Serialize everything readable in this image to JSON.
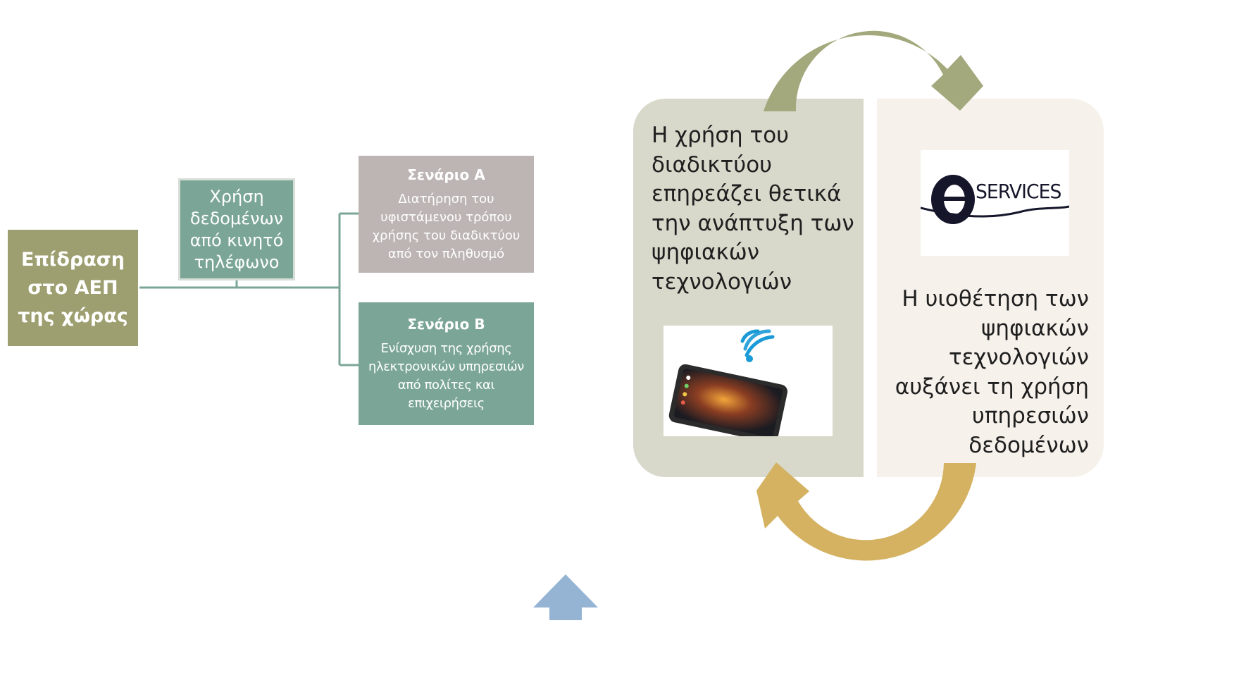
{
  "impact": {
    "label": "Επίδραση στο ΑΕΠ της χώρας"
  },
  "mobile_data": {
    "label": "Χρήση δεδομένων από κινητό τηλέφωνο"
  },
  "scenario_a": {
    "title": "Σενάριο Α",
    "description": "Διατήρηση του\nυφιστάμενου τρόπου\nχρήσης του διαδικτύου\nαπό τον πληθυσμό"
  },
  "scenario_b": {
    "title": "Σενάριο Β",
    "description": "Ενίσχυση της χρήσης\nηλεκτρονικών υπηρεσιών\nαπό πολίτες και\nεπιχειρήσεις"
  },
  "cycle": {
    "left_text": "Η χρήση του\nδιαδικτύου\nεπηρεάζει θετικά\nτην ανάπτυξη των\nψηφιακών\nτεχνολογιών",
    "right_text": "Η υιοθέτηση των\nψηφιακών\nτεχνολογιών\nαυξάνει τη χρήση\nυπηρεσιών\nδεδομένων",
    "logo_text": "SERVICES",
    "top_arrow_color": "#a3a97c",
    "bottom_arrow_color": "#d4b262"
  },
  "colors": {
    "impact": "#9e9f70",
    "teal": "#7ba697",
    "scenario_a": "#bcb5b3",
    "connector": "#7ba697",
    "up_arrow": "#95b3d3"
  },
  "icons": [
    "wifi-icon",
    "tablet-icon",
    "eservices-logo",
    "up-arrow-icon"
  ]
}
